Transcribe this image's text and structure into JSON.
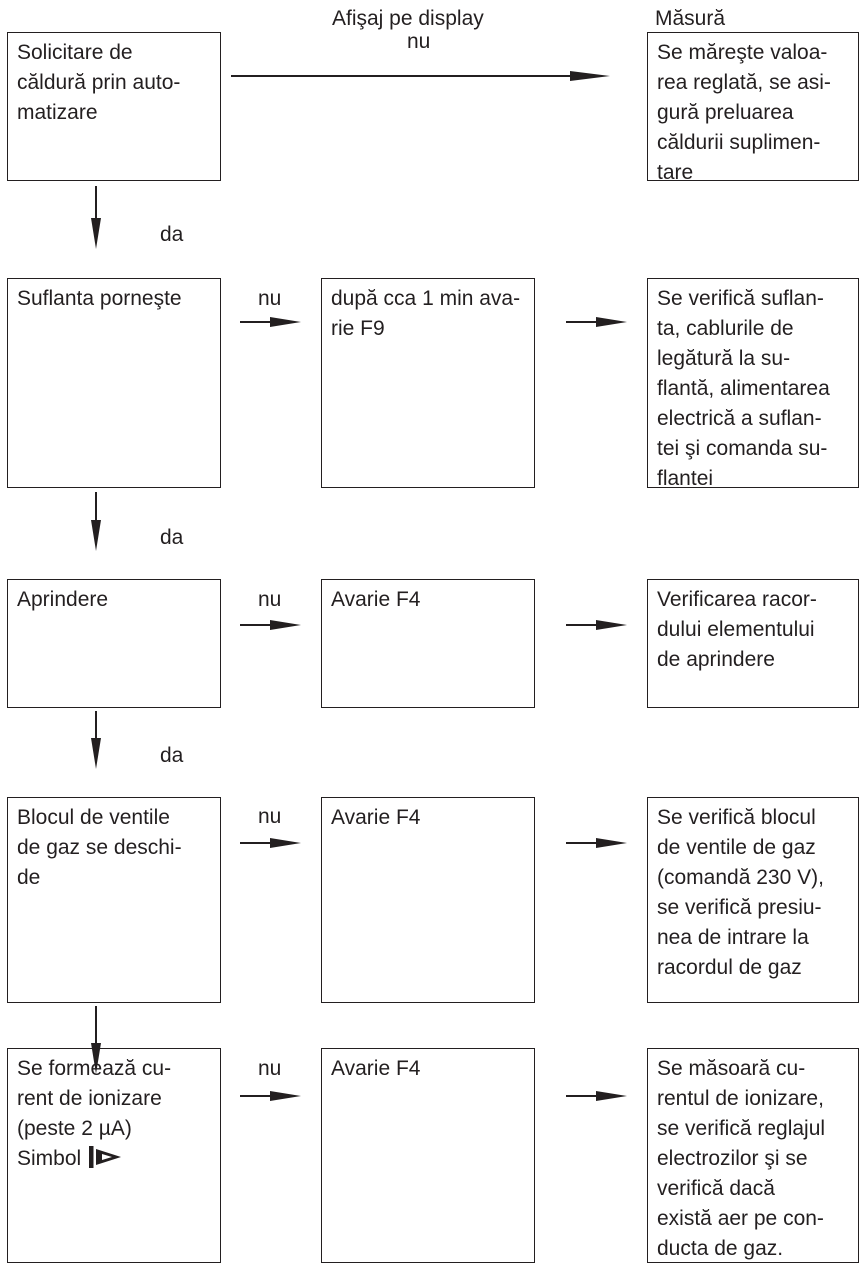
{
  "header": {
    "display_col": "Afişaj pe display",
    "action_col": "Măsură"
  },
  "row1": {
    "condition": "Solicitare de\ncăldură prin auto-\nmatizare",
    "no_label": "nu",
    "action": "Se măreşte valoa-\nrea reglată, se asi-\ngură preluarea\ncăldurii suplimen-\ntare",
    "yes_label": "da"
  },
  "row2": {
    "condition": "Suflanta porneşte",
    "no_label": "nu",
    "display": "după cca 1 min ava-\nrie F9",
    "action": "Se verifică suflan-\nta, cablurile de\nlegătură la su-\nflantă, alimentarea\nelectrică a suflan-\ntei şi comanda su-\nflantei",
    "yes_label": "da"
  },
  "row3": {
    "condition": "Aprindere",
    "no_label": "nu",
    "display": "Avarie F4",
    "action": "Verificarea racor-\ndului elementului\nde aprindere",
    "yes_label": "da"
  },
  "row4": {
    "condition": "Blocul de ventile\nde gaz se deschi-\nde",
    "no_label": "nu",
    "display": "Avarie F4",
    "action": "Se verifică blocul\nde ventile de gaz\n(comandă 230 V),\nse verifică presiu-\nnea de intrare la\nracordul de gaz",
    "yes_label": "da"
  },
  "row5": {
    "condition": "Se formează cu-\nrent de ionizare\n(peste 2 µA)\nSimbol",
    "no_label": "nu",
    "display": "Avarie F4",
    "action": "Se măsoară cu-\nrentul de ionizare,\nse verifică reglajul\nelectrozilor şi se\nverifică dacă\nexistă aer pe con-\nducta de gaz."
  },
  "icons": {
    "ionization": "flame-ionization-icon"
  },
  "colors": {
    "line": "#231f20",
    "background": "#ffffff"
  }
}
